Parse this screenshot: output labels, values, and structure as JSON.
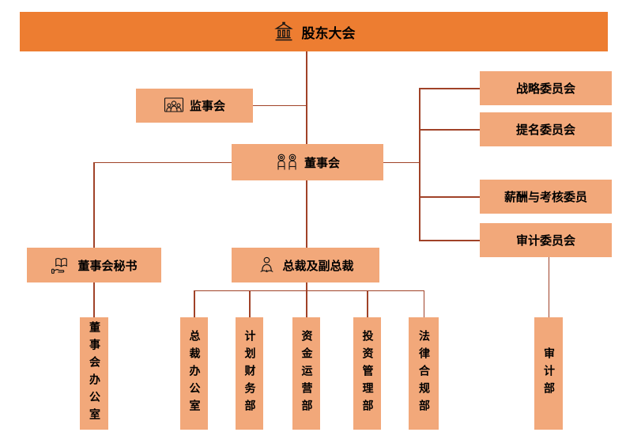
{
  "diagram_type": "org-chart",
  "colors": {
    "banner": "#ED7D31",
    "box": "#F2A87A",
    "line": "#A04228",
    "text": "#000000"
  },
  "nodes": {
    "shareholders": {
      "label": "股东大会",
      "icon": "bank-icon"
    },
    "supervisory": {
      "label": "监事会",
      "icon": "people-frame-icon"
    },
    "board": {
      "label": "董事会",
      "icon": "seated-members-icon"
    },
    "committees": [
      {
        "label": "战略委员会"
      },
      {
        "label": "提名委员会"
      },
      {
        "label": "薪酬与考核委员"
      },
      {
        "label": "审计委员会"
      }
    ],
    "secretary": {
      "label": "董事会秘书",
      "icon": "book-hand-icon"
    },
    "president": {
      "label": "总裁及副总裁",
      "icon": "person-reading-icon"
    },
    "departments": [
      {
        "label": "董事会办公室"
      },
      {
        "label": "总裁办公室"
      },
      {
        "label": "计划财务部"
      },
      {
        "label": "资金运营部"
      },
      {
        "label": "投资管理部"
      },
      {
        "label": "法律合规部"
      },
      {
        "label": "审计部"
      }
    ]
  }
}
